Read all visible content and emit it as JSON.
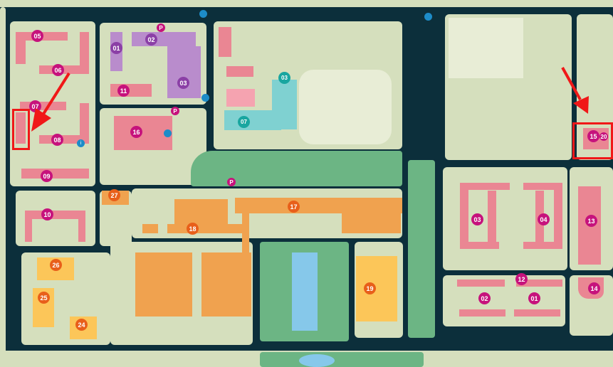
{
  "map": {
    "markers": {
      "purple": [
        "01",
        "02",
        "03"
      ],
      "pink_left": [
        "05",
        "06",
        "07",
        "08",
        "09",
        "10",
        "11",
        "16"
      ],
      "pink_right": [
        "03",
        "04",
        "13",
        "02",
        "01",
        "12",
        "14",
        "15",
        "20"
      ],
      "orange": [
        "17",
        "18",
        "19",
        "26",
        "25",
        "24",
        "27"
      ]
    },
    "parking_label": "P",
    "info_label": "i"
  },
  "colors": {
    "road": "#0c2f3b",
    "block": "#d5dfbd",
    "pink": "#ea8693",
    "purple": "#b98ccc",
    "orange": "#f0a24f",
    "yellow": "#fcc659",
    "green": "#6cb584",
    "water": "#86c8ea",
    "marker": "#c6127c",
    "highlight": "#f01818"
  }
}
